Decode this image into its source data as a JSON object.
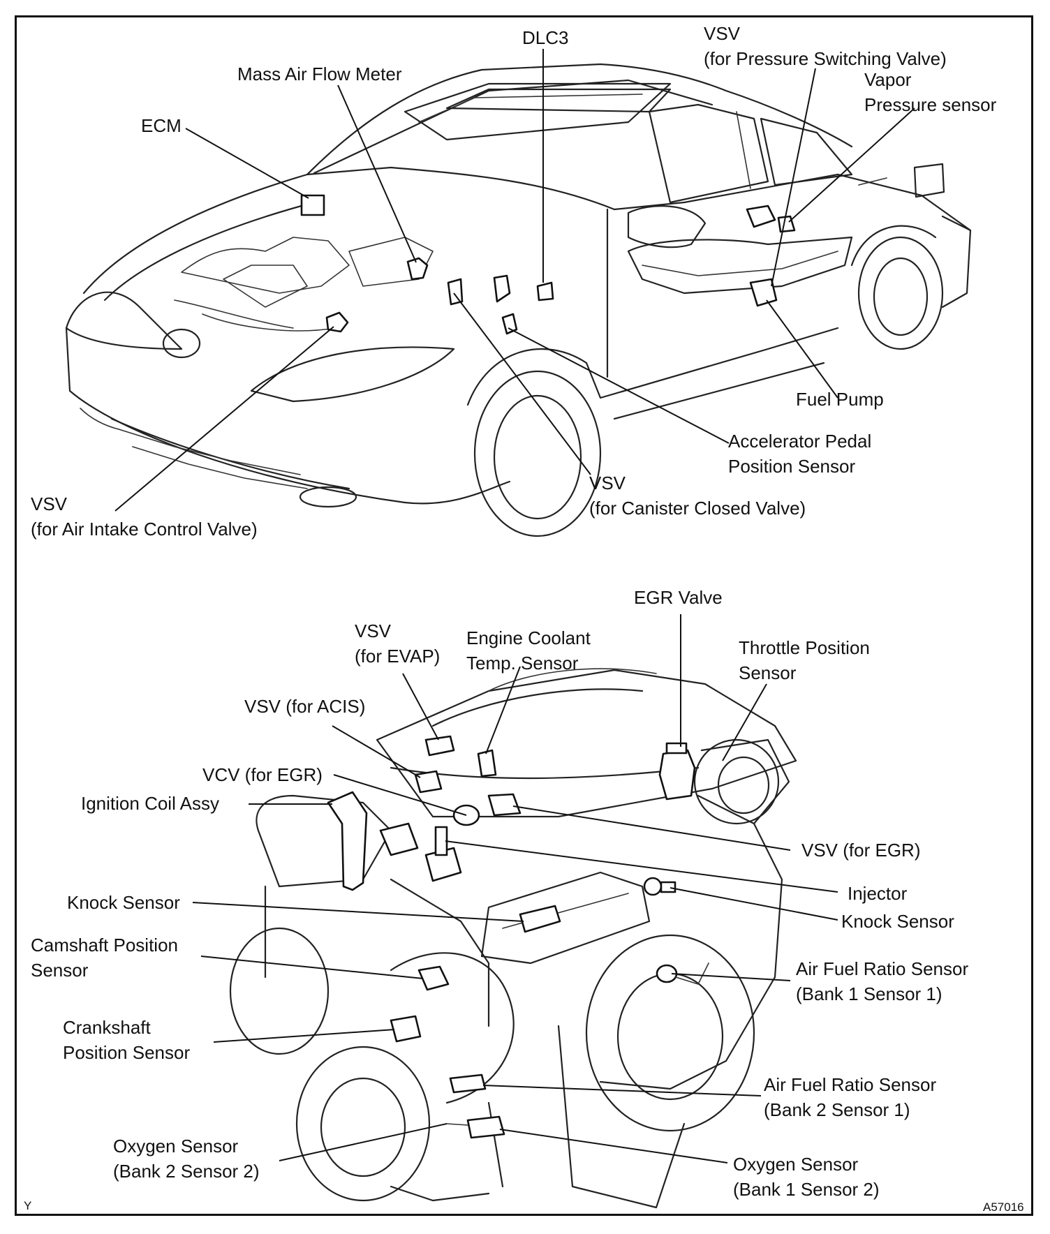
{
  "car_labels": {
    "dlc3": "DLC3",
    "vsv_pressure_1": "VSV",
    "vsv_pressure_2": "(for Pressure Switching Valve)",
    "vapor_1": "Vapor",
    "vapor_2": "Pressure sensor",
    "maf": "Mass Air Flow Meter",
    "ecm": "ECM",
    "fuel_pump": "Fuel Pump",
    "accel_1": "Accelerator Pedal",
    "accel_2": "Position Sensor",
    "vsv_canister_1": "VSV",
    "vsv_canister_2": "(for Canister Closed Valve)",
    "vsv_air_1": "VSV",
    "vsv_air_2": "(for Air Intake Control Valve)"
  },
  "engine_labels": {
    "egr_valve": "EGR Valve",
    "vsv_evap_1": "VSV",
    "vsv_evap_2": "(for EVAP)",
    "coolant_1": "Engine Coolant",
    "coolant_2": "Temp. Sensor",
    "throttle_1": "Throttle Position",
    "throttle_2": "Sensor",
    "vsv_acis": "VSV (for ACIS)",
    "vcv_egr": "VCV (for EGR)",
    "ignition_coil": "Ignition Coil Assy",
    "vsv_egr": "VSV (for EGR)",
    "injector": "Injector",
    "knock_left": "Knock Sensor",
    "knock_right": "Knock Sensor",
    "camshaft_1": "Camshaft Position",
    "camshaft_2": "Sensor",
    "afr_b1s1_1": "Air Fuel Ratio Sensor",
    "afr_b1s1_2": "(Bank 1 Sensor 1)",
    "crankshaft_1": "Crankshaft",
    "crankshaft_2": "Position Sensor",
    "afr_b2s1_1": "Air Fuel Ratio Sensor",
    "afr_b2s1_2": "(Bank 2 Sensor 1)",
    "o2_b2s2_1": "Oxygen Sensor",
    "o2_b2s2_2": "(Bank 2 Sensor 2)",
    "o2_b1s2_1": "Oxygen Sensor",
    "o2_b1s2_2": "(Bank 1 Sensor 2)"
  },
  "corner_marks": {
    "bottom_left": "Y",
    "figure_code": "A57016"
  }
}
